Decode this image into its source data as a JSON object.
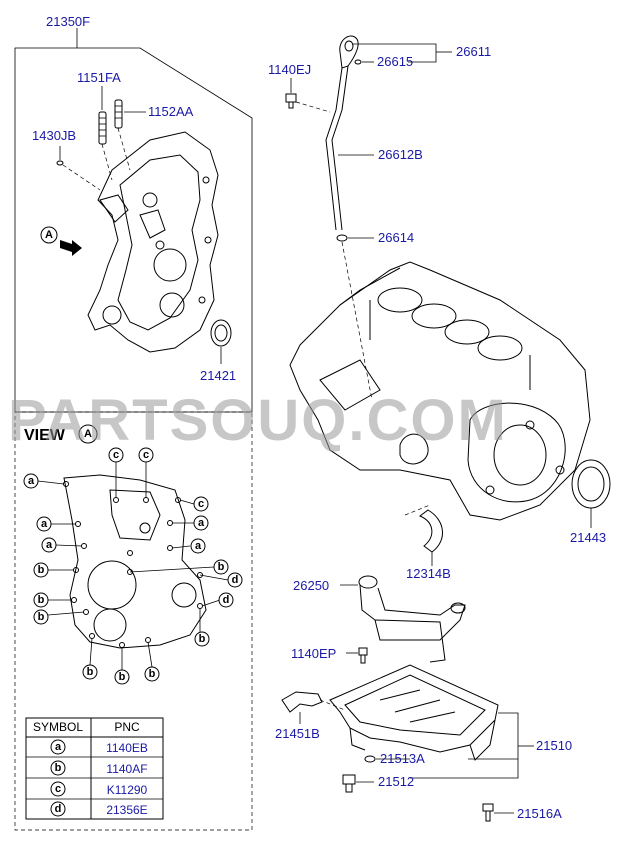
{
  "watermark": "PARTSOUQ.COM",
  "view": {
    "title": "VIEW",
    "marker": "A"
  },
  "arrow_marker": "A",
  "labels": {
    "p21350F": "21350F",
    "p1151FA": "1151FA",
    "p1152AA": "1152AA",
    "p1430JB": "1430JB",
    "p21421": "21421",
    "p1140EJ": "1140EJ",
    "p26611": "26611",
    "p26615": "26615",
    "p26612B": "26612B",
    "p26614": "26614",
    "p21443": "21443",
    "p12314B": "12314B",
    "p26250": "26250",
    "p1140EP": "1140EP",
    "p21451B": "21451B",
    "p21510": "21510",
    "p21513A": "21513A",
    "p21512": "21512",
    "p21516A": "21516A"
  },
  "symbol_table": {
    "headers": [
      "SYMBOL",
      "PNC"
    ],
    "rows": [
      {
        "symbol": "a",
        "pnc": "1140EB"
      },
      {
        "symbol": "b",
        "pnc": "1140AF"
      },
      {
        "symbol": "c",
        "pnc": "K11290"
      },
      {
        "symbol": "d",
        "pnc": "21356E"
      }
    ]
  },
  "callouts": {
    "a": "a",
    "b": "b",
    "c": "c",
    "d": "d"
  }
}
